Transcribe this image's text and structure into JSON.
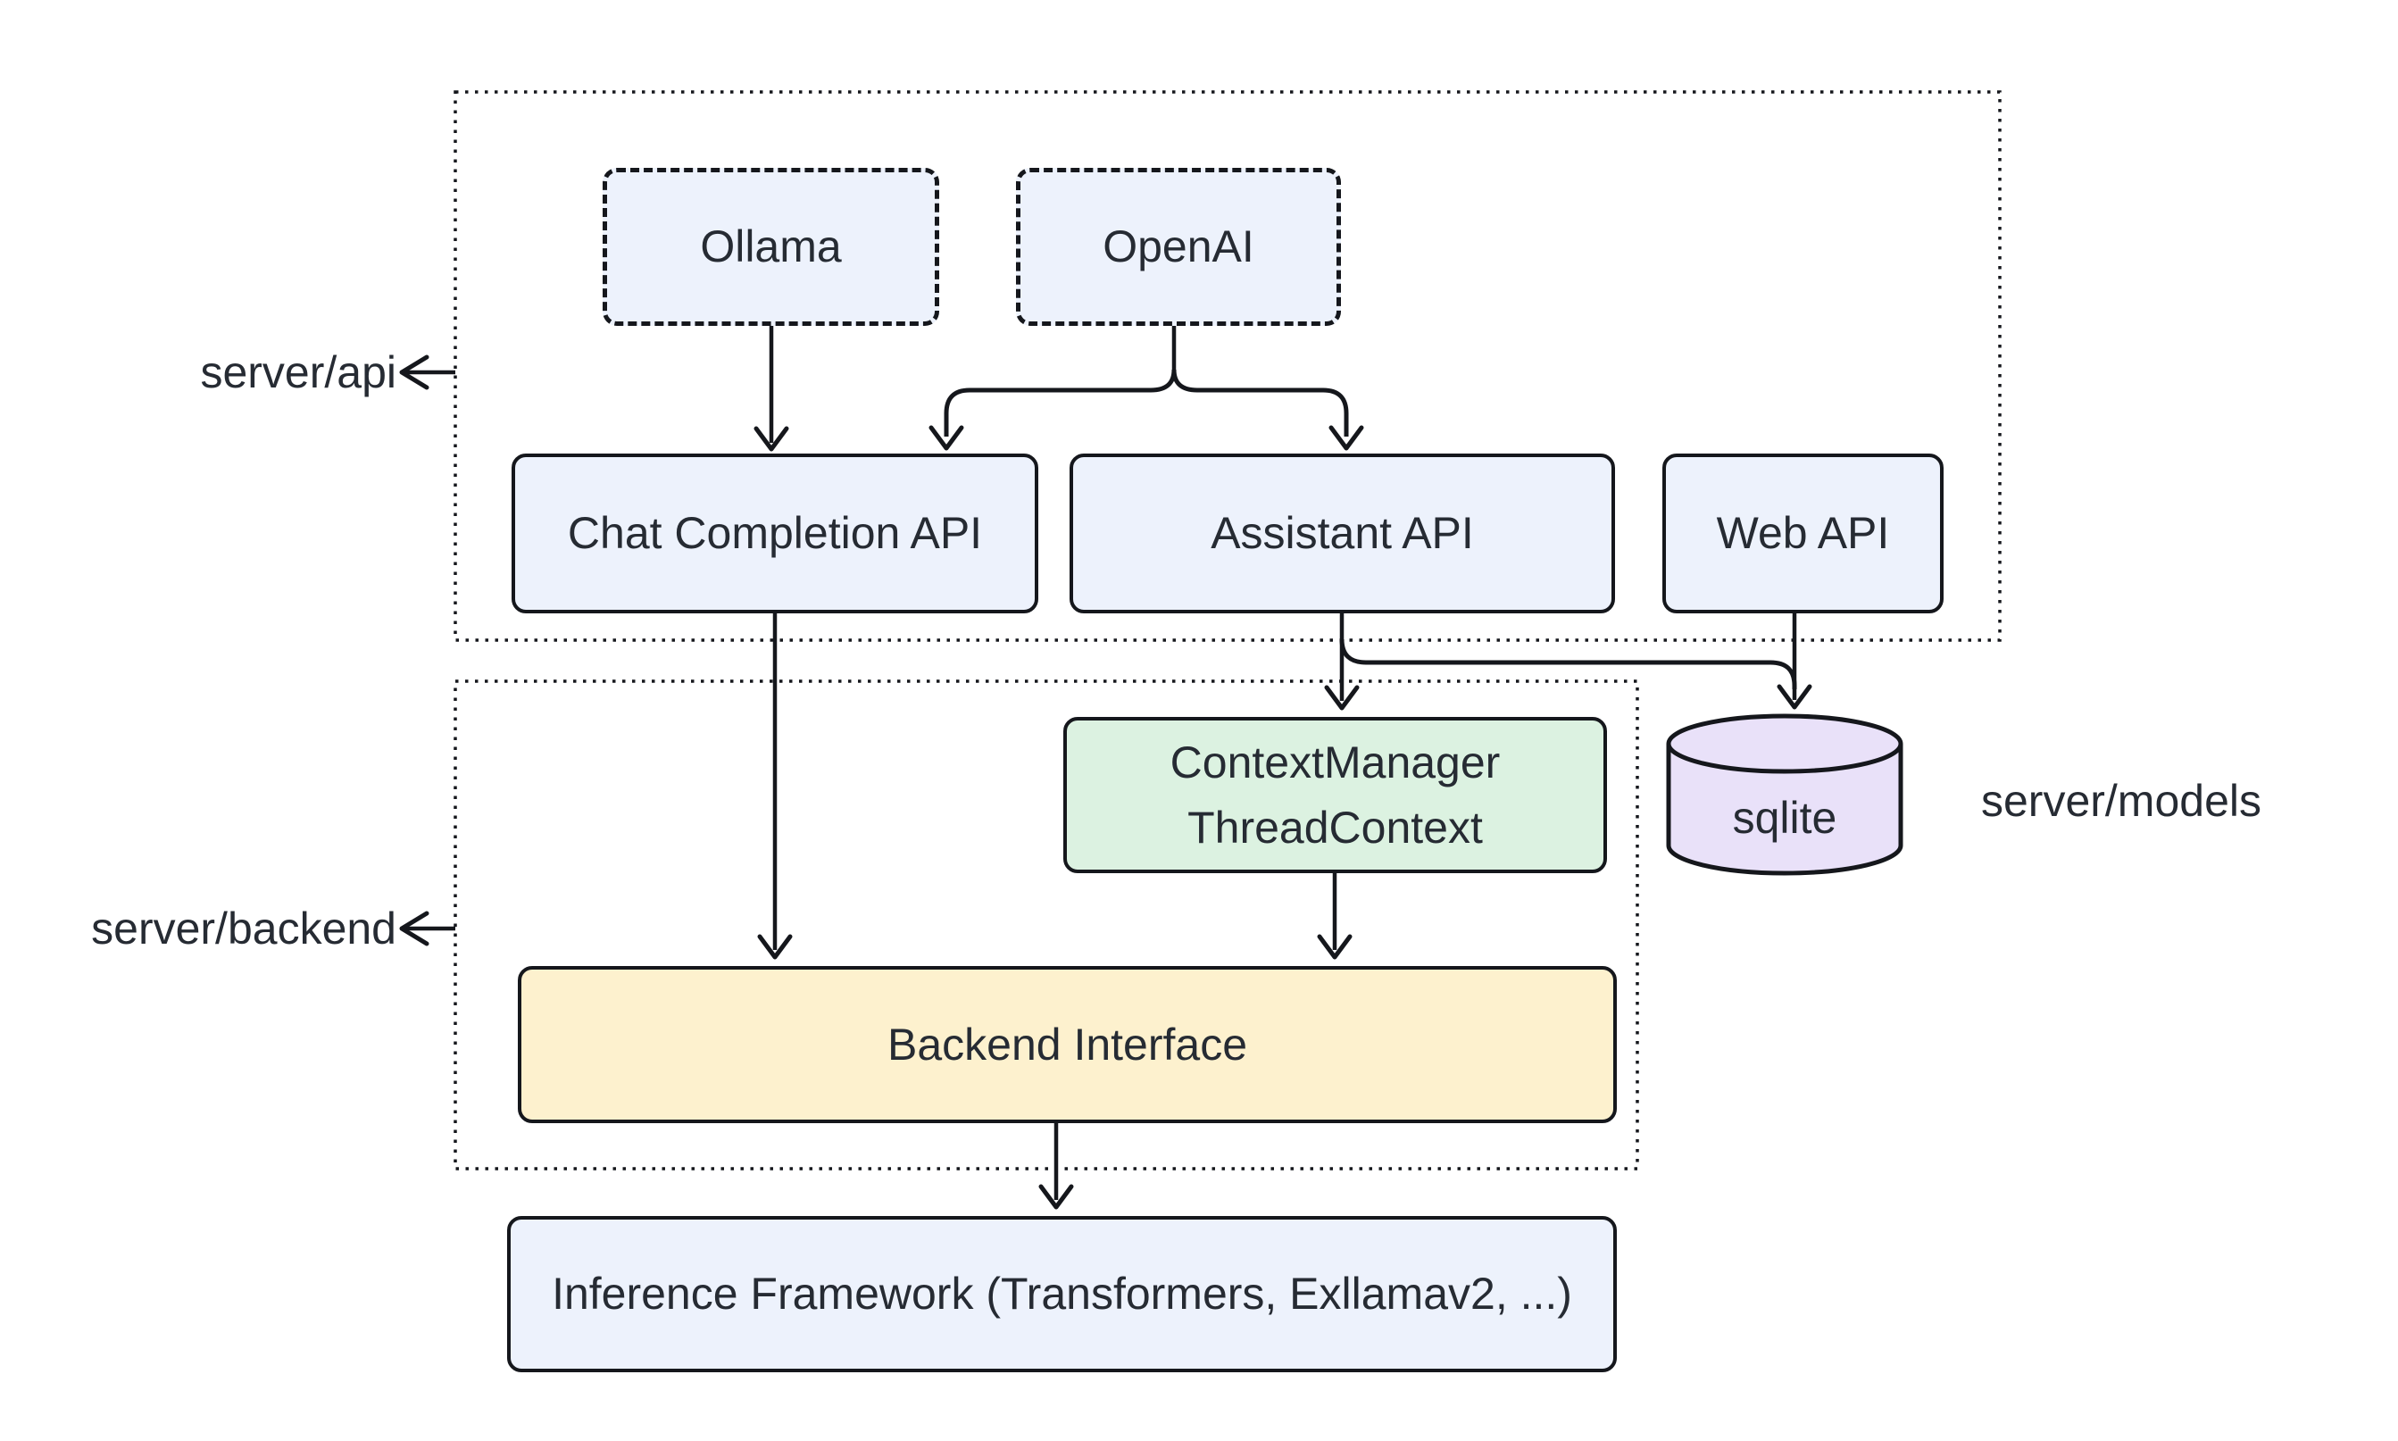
{
  "diagram": {
    "containers": {
      "server_api": {
        "label": "server/api",
        "children": [
          "ollama",
          "openai",
          "chat_completion_api",
          "assistant_api",
          "web_api"
        ]
      },
      "server_backend": {
        "label": "server/backend",
        "children": [
          "context_manager",
          "backend_interface"
        ]
      }
    },
    "side_labels": {
      "server_models": {
        "label": "server/models",
        "points_to": "sqlite"
      }
    },
    "nodes": {
      "ollama": {
        "label": "Ollama",
        "shape": "dashed-rect"
      },
      "openai": {
        "label": "OpenAI",
        "shape": "dashed-rect"
      },
      "chat_completion_api": {
        "label": "Chat Completion API",
        "shape": "rect"
      },
      "assistant_api": {
        "label": "Assistant API",
        "shape": "rect"
      },
      "web_api": {
        "label": "Web API",
        "shape": "rect"
      },
      "context_manager": {
        "label": "ContextManager\nThreadContext",
        "shape": "rect"
      },
      "sqlite": {
        "label": "sqlite",
        "shape": "cylinder"
      },
      "backend_interface": {
        "label": "Backend Interface",
        "shape": "rect"
      },
      "inference_framework": {
        "label": "Inference Framework (Transformers, Exllamav2, ...)",
        "shape": "rect"
      }
    },
    "edges": [
      {
        "from": "ollama",
        "to": "chat_completion_api"
      },
      {
        "from": "openai",
        "to": "chat_completion_api"
      },
      {
        "from": "openai",
        "to": "assistant_api"
      },
      {
        "from": "chat_completion_api",
        "to": "backend_interface"
      },
      {
        "from": "assistant_api",
        "to": "context_manager"
      },
      {
        "from": "assistant_api",
        "to": "sqlite"
      },
      {
        "from": "web_api",
        "to": "sqlite"
      },
      {
        "from": "context_manager",
        "to": "backend_interface"
      },
      {
        "from": "backend_interface",
        "to": "inference_framework"
      }
    ],
    "colors": {
      "node_blue": "#edf2fc",
      "node_green": "#dcf2e1",
      "node_yellow": "#fdf1ce",
      "node_purple": "#e9e1f9",
      "stroke": "#15171c",
      "text": "#262b33",
      "background": "#ffffff"
    }
  }
}
